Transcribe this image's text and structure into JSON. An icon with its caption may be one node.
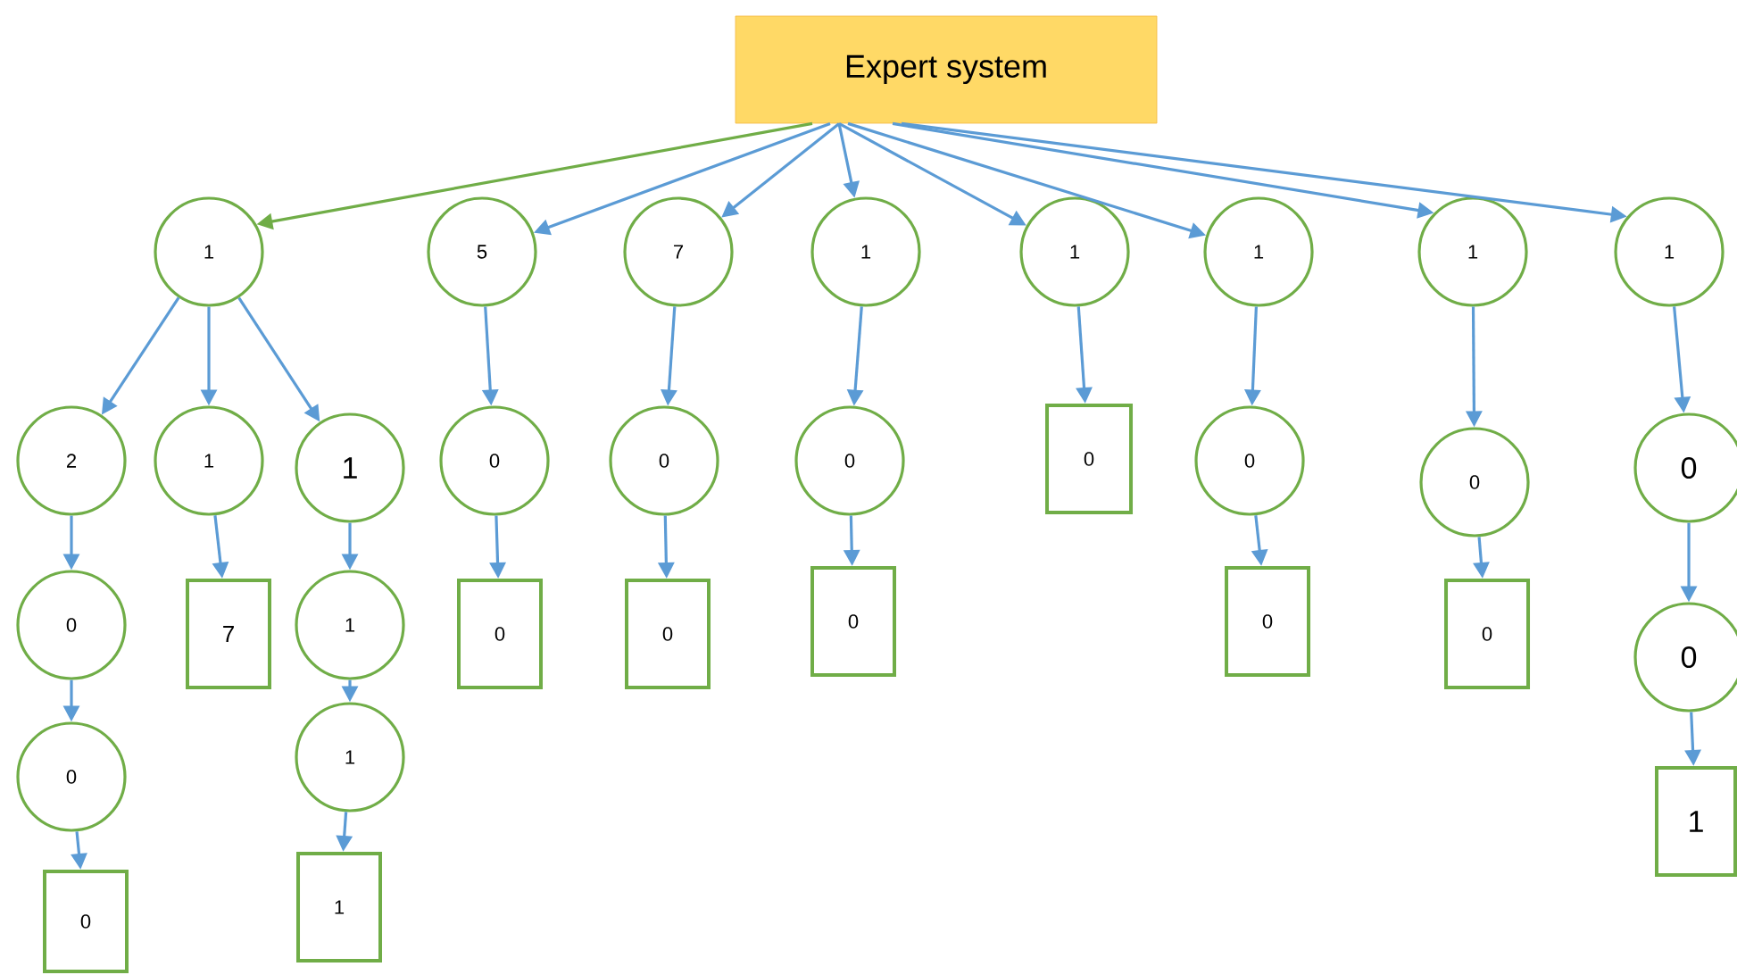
{
  "diagram": {
    "nodes": [
      {
        "text": [
          "Expert system"
        ]
      },
      {
        "text": [
          "1"
        ]
      },
      {
        "text": [
          "5"
        ]
      },
      {
        "text": [
          "7"
        ]
      },
      {
        "text": [
          "1"
        ]
      },
      {
        "text": [
          "1"
        ]
      },
      {
        "text": [
          "1"
        ]
      },
      {
        "text": [
          "1"
        ]
      },
      {
        "text": [
          "1"
        ]
      },
      {
        "text": [
          "2"
        ]
      },
      {
        "text": [
          "1"
        ]
      },
      {
        "text": [
          "1"
        ]
      },
      {
        "text": [
          "0"
        ]
      },
      {
        "text": [
          "0"
        ]
      },
      {
        "text": [
          "0"
        ]
      },
      {
        "text": [
          "0"
        ]
      },
      {
        "text": [
          "0"
        ]
      },
      {
        "text": [
          "0"
        ]
      },
      {
        "text": [
          "0"
        ]
      },
      {
        "text": [
          "0"
        ]
      },
      {
        "text": [
          "7"
        ]
      },
      {
        "text": [
          "1"
        ]
      },
      {
        "text": [
          "0"
        ]
      },
      {
        "text": [
          "0"
        ]
      },
      {
        "text": [
          "0"
        ]
      },
      {
        "text": [
          "0"
        ]
      },
      {
        "text": [
          "0"
        ]
      },
      {
        "text": [
          "0"
        ]
      },
      {
        "text": [
          "0"
        ]
      },
      {
        "text": [
          "1"
        ]
      },
      {
        "text": [
          "1"
        ]
      },
      {
        "text": [
          "0"
        ]
      },
      {
        "text": [
          "1"
        ]
      }
    ],
    "edges": [
      {
        "from": 0,
        "to": 1,
        "arrow": "to",
        "color": "#70ad47"
      },
      {
        "from": 0,
        "to": 2,
        "arrow": "to"
      },
      {
        "from": 0,
        "to": 3,
        "arrow": "to"
      },
      {
        "from": 0,
        "to": 4,
        "arrow": "to"
      },
      {
        "from": 0,
        "to": 5,
        "arrow": "to"
      },
      {
        "from": 0,
        "to": 6,
        "arrow": "to"
      },
      {
        "from": 0,
        "to": 7,
        "arrow": "to"
      },
      {
        "from": 0,
        "to": 8,
        "arrow": "to"
      },
      {
        "from": 1,
        "to": 9,
        "arrow": "to"
      },
      {
        "from": 1,
        "to": 10,
        "arrow": "to"
      },
      {
        "from": 1,
        "to": 11,
        "arrow": "to"
      },
      {
        "from": 2,
        "to": 12,
        "arrow": "to"
      },
      {
        "from": 3,
        "to": 13,
        "arrow": "to"
      },
      {
        "from": 4,
        "to": 14,
        "arrow": "to"
      },
      {
        "from": 5,
        "to": 15,
        "arrow": "to"
      },
      {
        "from": 6,
        "to": 16,
        "arrow": "to"
      },
      {
        "from": 7,
        "to": 17,
        "arrow": "to"
      },
      {
        "from": 8,
        "to": 18,
        "arrow": "to"
      },
      {
        "from": 9,
        "to": 19,
        "arrow": "to"
      },
      {
        "from": 10,
        "to": 20,
        "arrow": "to"
      },
      {
        "from": 11,
        "to": 21,
        "arrow": "to"
      },
      {
        "from": 12,
        "to": 22,
        "arrow": "to"
      },
      {
        "from": 13,
        "to": 23,
        "arrow": "to"
      },
      {
        "from": 14,
        "to": 24,
        "arrow": "to"
      },
      {
        "from": 16,
        "to": 25,
        "arrow": "to"
      },
      {
        "from": 17,
        "to": 26,
        "arrow": "to"
      },
      {
        "from": 18,
        "to": 27,
        "arrow": "to"
      },
      {
        "from": 19,
        "to": 28,
        "arrow": "to"
      },
      {
        "from": 21,
        "to": 29,
        "arrow": "to"
      },
      {
        "from": 27,
        "to": 30,
        "arrow": "to"
      },
      {
        "from": 28,
        "to": 31,
        "arrow": "to"
      },
      {
        "from": 29,
        "to": 32,
        "arrow": "to"
      }
    ]
  }
}
